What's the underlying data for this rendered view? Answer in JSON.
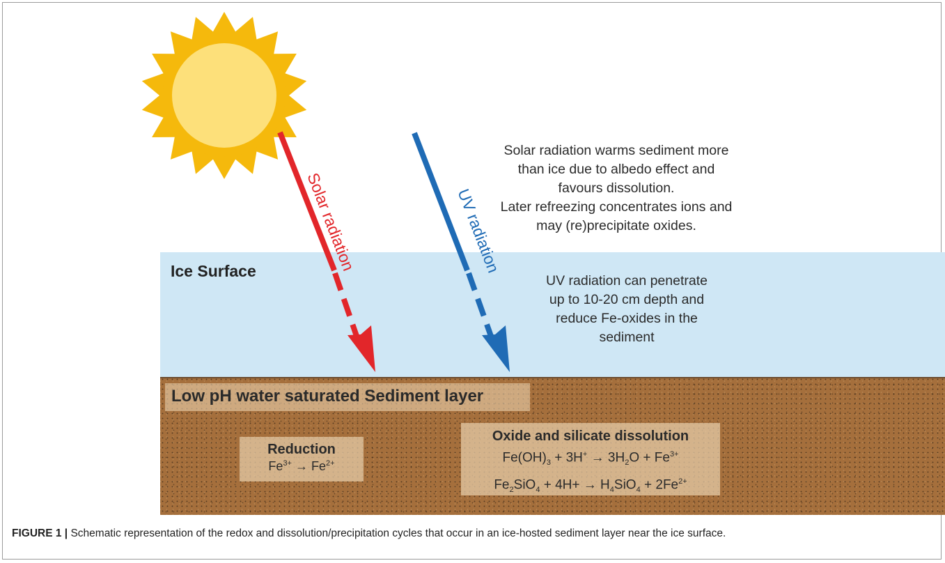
{
  "diagram": {
    "ice_label": "Ice Surface",
    "sediment_label": "Low pH water saturated Sediment layer",
    "solar_arrow_label": "Solar radiation",
    "uv_arrow_label": "UV radiation",
    "solar_note": [
      "Solar radiation warms sediment more",
      "than ice due to albedo effect and",
      "favours dissolution.",
      "Later refreezing concentrates ions and",
      "may (re)precipitate oxides."
    ],
    "uv_note": [
      "UV radiation can penetrate",
      "up to 10-20 cm depth and",
      "reduce Fe-oxides in the",
      "sediment"
    ],
    "reduction": {
      "title": "Reduction",
      "equation": {
        "lhs": "Fe",
        "lhs_sup": "3+",
        "arrow": "→",
        "rhs": "Fe",
        "rhs_sup": "2+"
      }
    },
    "dissolution": {
      "title": "Oxide and silicate dissolution",
      "eq1": {
        "a": "Fe(OH)",
        "a_sub": "3",
        "b": " + 3H",
        "b_sup": "+",
        "arrow": " → ",
        "c": "3H",
        "c_sub": "2",
        "d": "O + Fe",
        "d_sup": "3+"
      },
      "eq2": {
        "a": "Fe",
        "a_sub": "2",
        "b": "SiO",
        "b_sub": "4",
        "c": " + 4H+ → H",
        "c_sub": "4",
        "d": "SiO",
        "d_sub": "4",
        "e": " + 2Fe",
        "e_sup": "2+"
      }
    },
    "colors": {
      "solar_arrow": "#e2262a",
      "uv_arrow": "#1f6bb5",
      "ice": "#cfe7f5",
      "sediment": "#a56f3c",
      "sun_outer": "#f5b90c",
      "sun_inner": "#fde07a"
    },
    "icons": {
      "sun": "sun-icon"
    }
  },
  "caption": {
    "label": "FIGURE 1 |",
    "text": " Schematic representation of the redox and dissolution/precipitation cycles that occur in an ice-hosted sediment layer near the ice surface."
  }
}
